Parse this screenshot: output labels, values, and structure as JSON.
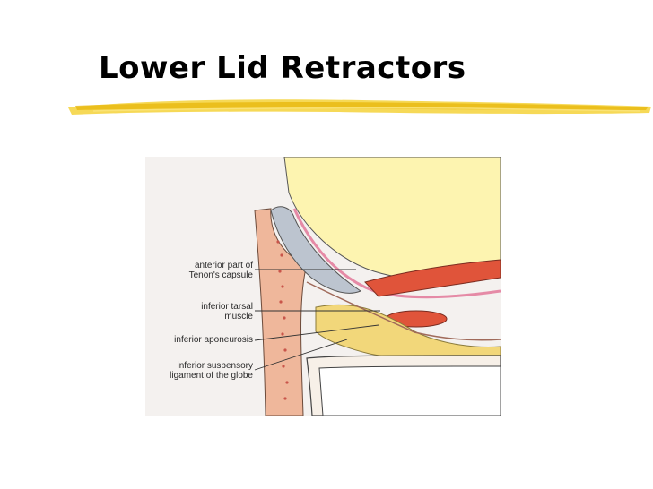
{
  "slide": {
    "title": "Lower Lid Retractors",
    "accent_color": "#f2c81e"
  },
  "figure": {
    "labels": [
      {
        "id": "tenon",
        "lines": [
          "anterior part of",
          "Tenon's capsule"
        ]
      },
      {
        "id": "tarsal",
        "lines": [
          "inferior tarsal",
          "muscle"
        ]
      },
      {
        "id": "aponeurosis",
        "lines": [
          "inferior aponeurosis"
        ]
      },
      {
        "id": "suspensory",
        "lines": [
          "inferior suspensory",
          "ligament of the globe"
        ]
      }
    ]
  }
}
